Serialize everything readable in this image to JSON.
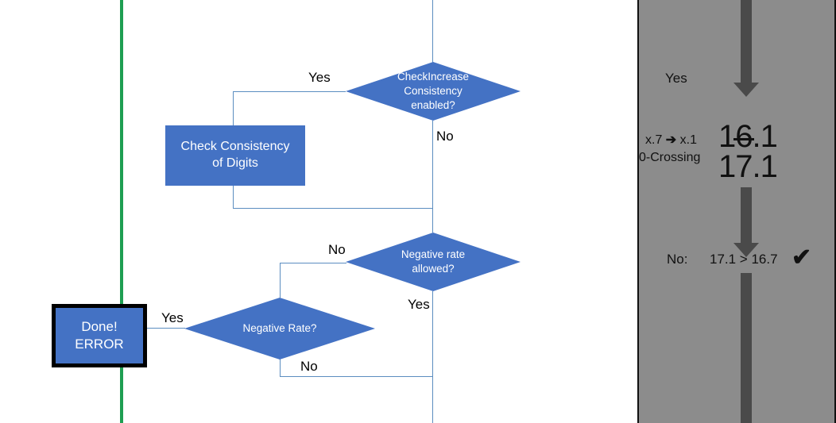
{
  "flowchart": {
    "nodes": [
      {
        "id": "check_increase",
        "type": "decision",
        "label_lines": [
          "CheckIncrease",
          "Consistency",
          "enabled?"
        ]
      },
      {
        "id": "check_consistency",
        "type": "process",
        "label_lines": [
          "Check Consistency",
          "of Digits"
        ]
      },
      {
        "id": "negative_rate_allowed",
        "type": "decision",
        "label_lines": [
          "Negative rate",
          "allowed?"
        ]
      },
      {
        "id": "negative_rate",
        "type": "decision",
        "label_lines": [
          "Negative Rate?"
        ]
      },
      {
        "id": "done_error",
        "type": "terminator",
        "label_lines": [
          "Done!",
          "ERROR"
        ]
      }
    ],
    "edge_labels": {
      "check_increase_yes": "Yes",
      "check_increase_no": "No",
      "negative_rate_allowed_no": "No",
      "negative_rate_allowed_yes": "Yes",
      "negative_rate_no": "No",
      "done_error_yes": "Yes"
    },
    "colors": {
      "node_fill": "#4472C4",
      "connector": "#5B8DC0",
      "rail": "#1E9E52",
      "node_text": "#FFFFFF",
      "label_text": "#000000"
    }
  },
  "panel": {
    "background": "#8C8C8C",
    "arrow_color": "#4A4A4A",
    "yes_label": "Yes",
    "rule_label_line1": "x.7",
    "rule_arrow": "➔",
    "rule_label_line1b": "x.1",
    "rule_label_line2": "0-Crossing",
    "value_struck_prefix": "1",
    "value_struck_digit": "6",
    "value_struck_suffix": ".1",
    "value_result": "17.1",
    "comparison_prefix": "No:",
    "comparison": "17.1 > 16.7",
    "comparison_mark": "✔"
  }
}
